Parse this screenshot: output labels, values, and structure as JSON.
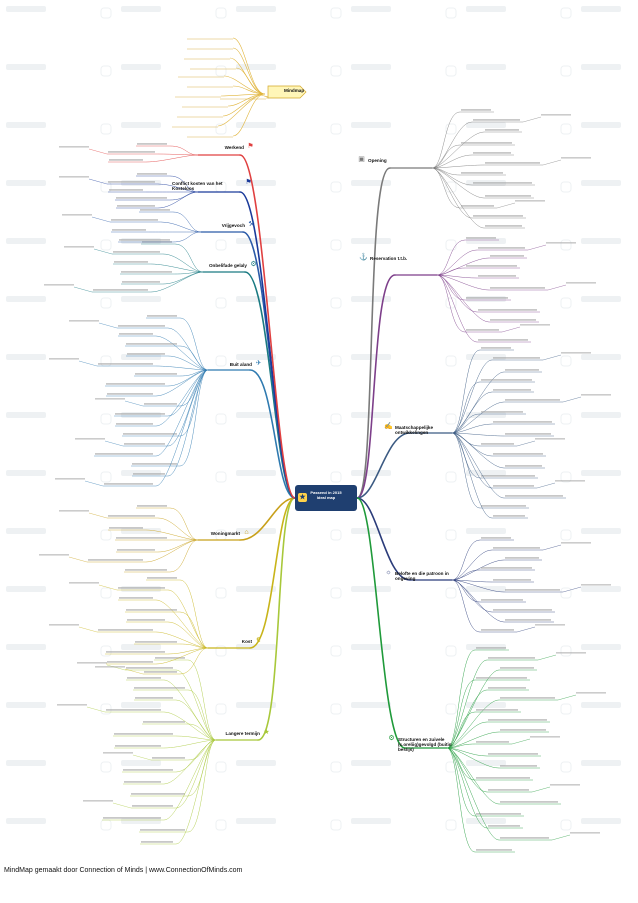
{
  "center": {
    "title_lines": [
      "Passend in 2015",
      "Ideal map"
    ]
  },
  "footer": "MindMap gemaakt door Connection of Minds | www.ConnectionOfMinds.com",
  "legend": {
    "title": "Mindmap"
  },
  "branches": [
    {
      "label": "Opening",
      "color": "#7a7a7a",
      "icon": "▣"
    },
    {
      "label": "Reservation t.t.b.",
      "color": "#7d3f8a",
      "icon": "⚓"
    },
    {
      "label": "Maatschappelijke ontwikkelingen",
      "color": "#3b5a82",
      "icon": "✍"
    },
    {
      "label": "Belofte en die patroon in ongeving",
      "color": "#2b3c7a",
      "icon": "☼"
    },
    {
      "label": "Structuren en zuivele (s.oreliig)gevolgd (buitin beslijs)",
      "color": "#1f9a3a",
      "icon": "⚙"
    },
    {
      "label": "Langere termijn",
      "color": "#a8c83a",
      "icon": "★"
    },
    {
      "label": "Kost",
      "color": "#c8b41a",
      "icon": "€"
    },
    {
      "label": "Woningmarkt",
      "color": "#c8a01a",
      "icon": "⌂"
    },
    {
      "label": "Buit aland",
      "color": "#2f7ab0",
      "icon": "✈"
    },
    {
      "label": "Onbelifade gelaly",
      "color": "#1a7a82",
      "icon": "⚙"
    },
    {
      "label": "Vrijgevoch",
      "color": "#2a5aa8",
      "icon": "⚒"
    },
    {
      "label": "Conflict kosten van het Kosteloos",
      "color": "#1a3a9a",
      "icon": "⚑"
    },
    {
      "label": "Werkend",
      "color": "#e04040",
      "icon": "⚑"
    }
  ]
}
